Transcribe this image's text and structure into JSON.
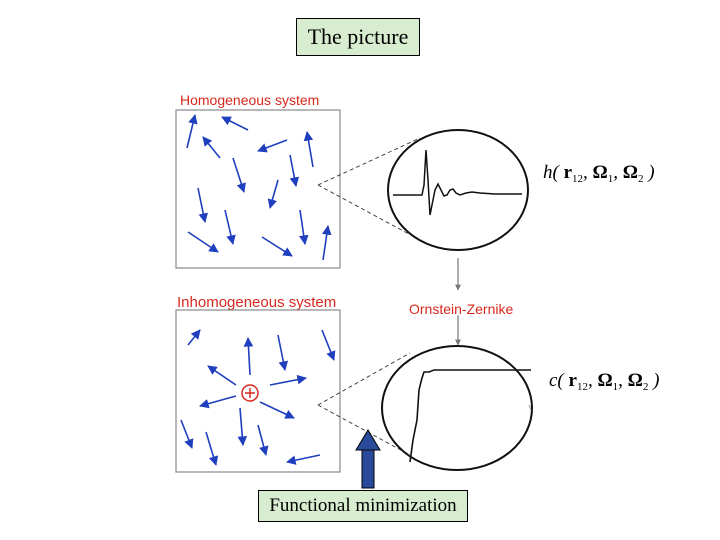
{
  "title": "The picture",
  "bottom_label": "Functional minimization",
  "homogeneous_label": "Homogeneous system",
  "inhomogeneous_label": "Inhomogeneous system",
  "oz_label": "Ornstein-Zernike",
  "h_function": {
    "name": "h(",
    "r": "r",
    "r_sub": "12",
    "o1": "Ω",
    "o1_sub": "1",
    "o2": "Ω",
    "o2_sub": "2",
    "close": ")"
  },
  "c_function": {
    "name": "c(",
    "r": "r",
    "r_sub": "12",
    "o1": "Ω",
    "o1_sub": "1",
    "o2": "Ω",
    "o2_sub": "2",
    "close": ")"
  },
  "colors": {
    "arrow": "#1f3fbf",
    "label_red": "#d8281e",
    "box_fill": "#d8ecd0",
    "up_arrow": "#2a4a9a"
  }
}
